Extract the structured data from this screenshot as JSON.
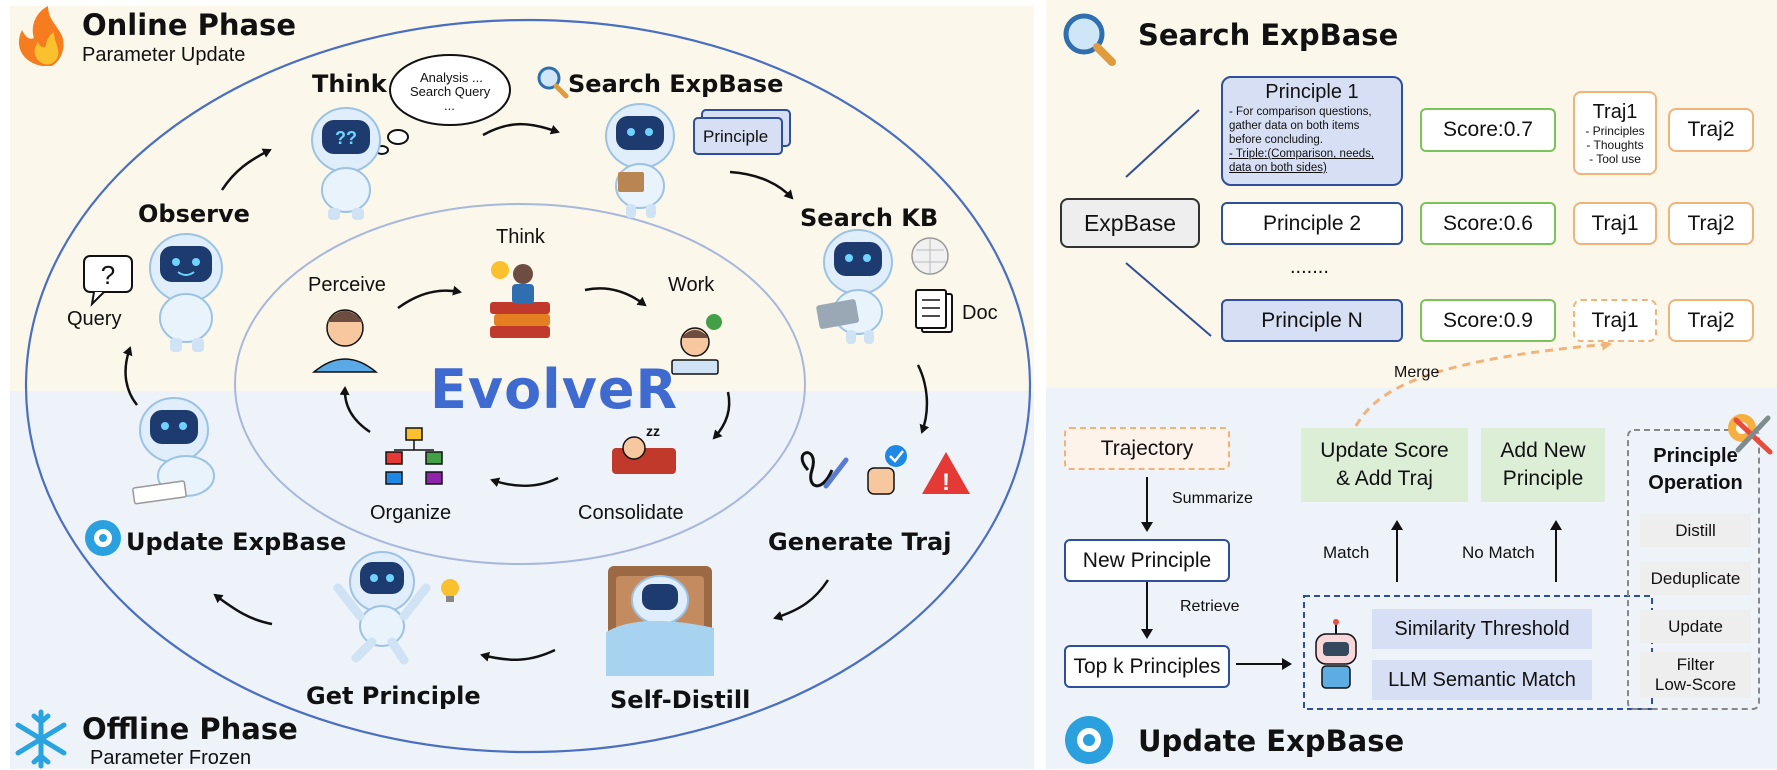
{
  "left": {
    "online_title": "Online Phase",
    "online_subtitle": "Parameter Update",
    "offline_title": "Offline Phase",
    "offline_subtitle": "Parameter Frozen",
    "center_title": "EvolveR",
    "outer_steps": {
      "think": "Think",
      "thought_line1": "Analysis ...",
      "thought_line2": "Search Query",
      "thought_line3": "...",
      "search_expbase": "Search ExpBase",
      "principle_card": "Principle",
      "search_kb": "Search KB",
      "doc": "Doc",
      "generate_traj": "Generate Traj",
      "self_distill": "Self-Distill",
      "get_principle": "Get Principle",
      "update_expbase": "Update ExpBase",
      "observe": "Observe",
      "query": "Query"
    },
    "inner_steps": {
      "think": "Think",
      "perceive": "Perceive",
      "work": "Work",
      "consolidate": "Consolidate",
      "organize": "Organize"
    }
  },
  "search": {
    "title": "Search ExpBase",
    "expbase": "ExpBase",
    "principle1": {
      "title": "Principle 1",
      "line1": "- For comparison questions,",
      "line2": "gather data on both items",
      "line3": "before concluding.",
      "line4": "- Triple:(Comparison, needs,",
      "line5": "data on both sides)"
    },
    "principle2": "Principle 2",
    "ellipsis": ".......",
    "principleN": "Principle N",
    "score1": "Score:0.7",
    "score2": "Score:0.6",
    "scoreN": "Score:0.9",
    "traj1_title": "Traj1",
    "traj1_items": [
      "- Principles",
      "- Thoughts",
      "- Tool use"
    ],
    "traj1": "Traj1",
    "traj2": "Traj2"
  },
  "update": {
    "title": "Update ExpBase",
    "merge": "Merge",
    "trajectory": "Trajectory",
    "summarize": "Summarize",
    "new_principle": "New Principle",
    "retrieve": "Retrieve",
    "top_k": "Top k Principles",
    "similarity": "Similarity Threshold",
    "llm_match": "LLM Semantic Match",
    "match": "Match",
    "no_match": "No Match",
    "update_score_1": "Update Score",
    "update_score_2": "& Add Traj",
    "add_new_1": "Add New",
    "add_new_2": "Principle",
    "op_title_1": "Principle",
    "op_title_2": "Operation",
    "ops": [
      "Distill",
      "Deduplicate",
      "Update"
    ],
    "op_filter_1": "Filter",
    "op_filter_2": "Low-Score"
  },
  "colors": {
    "online_bg": "#fbf7ea",
    "offline_bg": "#eef2f9",
    "ellipse": "#4a6fc0",
    "blue_border": "#2f4f9a",
    "green_border": "#7cc25b",
    "orange_border": "#f2b37a",
    "title_blue": "#3f6bd0"
  }
}
